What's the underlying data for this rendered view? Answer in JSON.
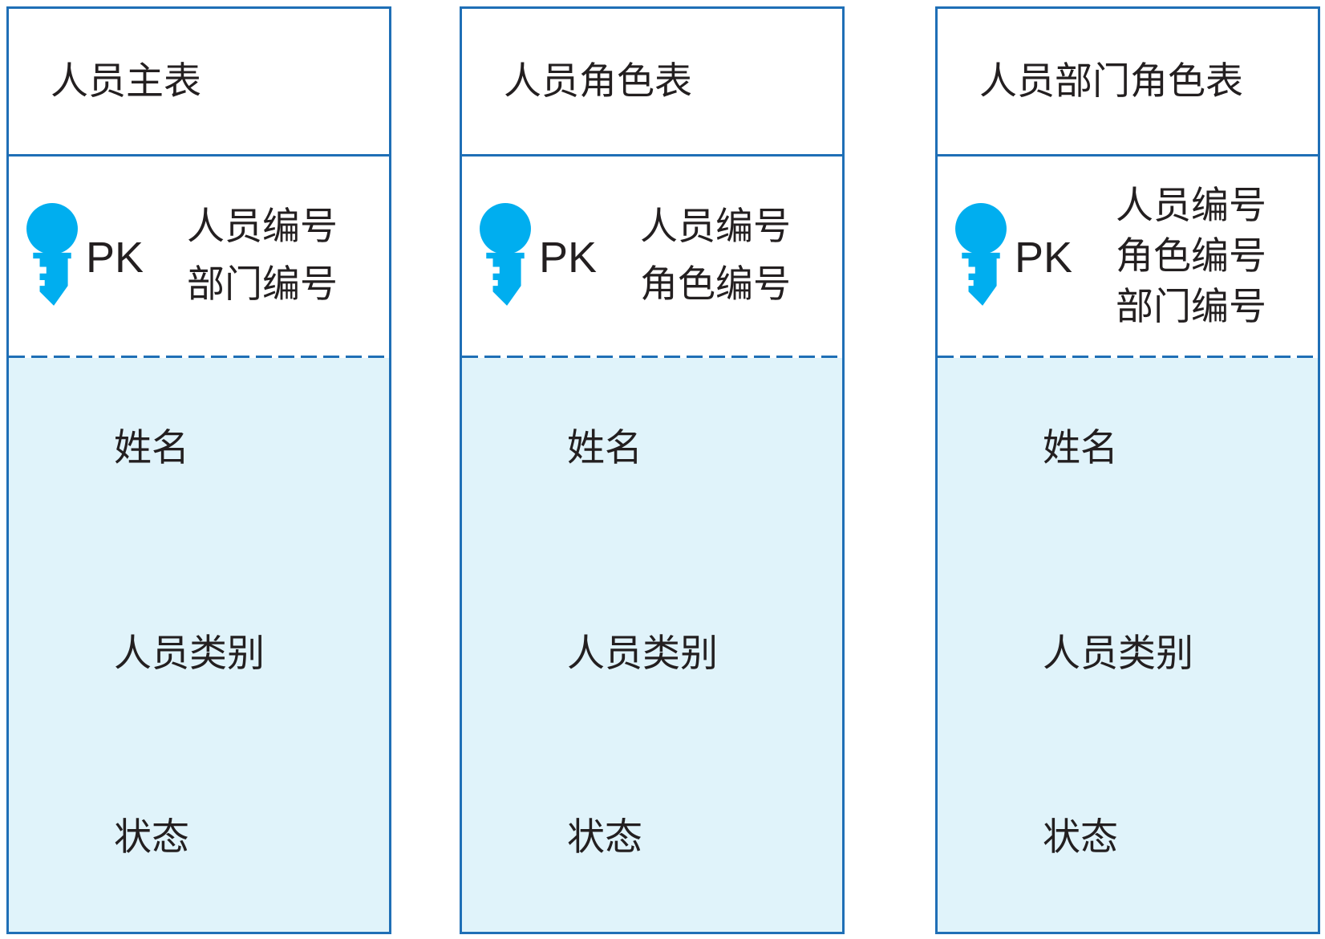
{
  "colors": {
    "border": "#1f6fb6",
    "key": "#00aeef",
    "body_fill": "#e0f3fa",
    "text": "#231f20"
  },
  "icons": {
    "primary_key": "key-icon"
  },
  "tables": [
    {
      "title": "人员主表",
      "pk_label": "PK",
      "pk_fields": [
        "人员编号",
        "部门编号"
      ],
      "fields": [
        "姓名",
        "人员类别",
        "状态"
      ]
    },
    {
      "title": "人员角色表",
      "pk_label": "PK",
      "pk_fields": [
        "人员编号",
        "角色编号"
      ],
      "fields": [
        "姓名",
        "人员类别",
        "状态"
      ]
    },
    {
      "title": "人员部门角色表",
      "pk_label": "PK",
      "pk_fields": [
        "人员编号",
        "角色编号",
        "部门编号"
      ],
      "fields": [
        "姓名",
        "人员类别",
        "状态"
      ]
    }
  ]
}
